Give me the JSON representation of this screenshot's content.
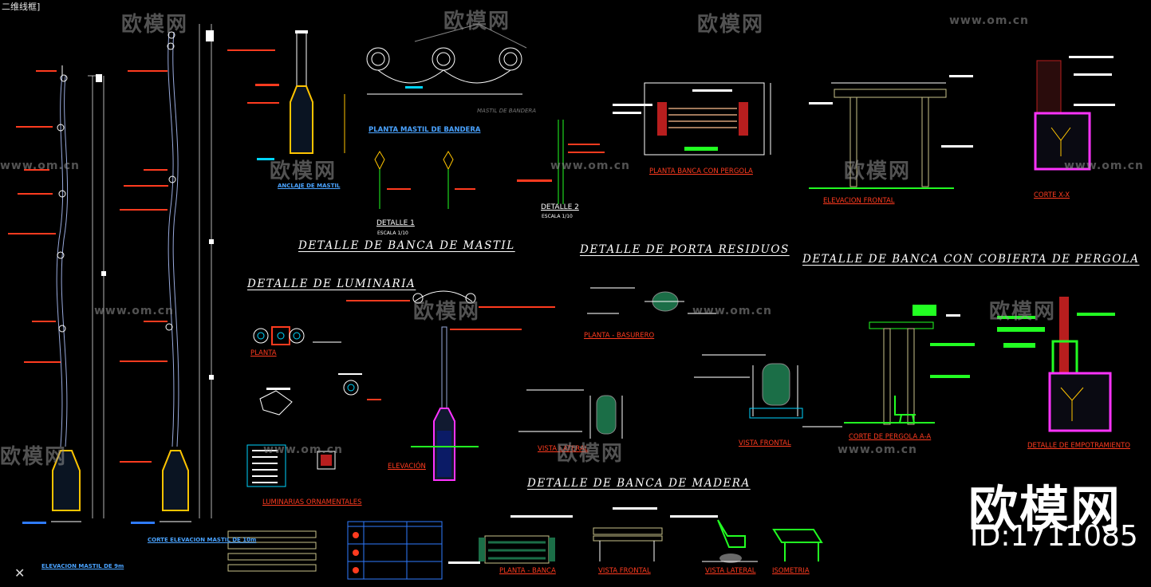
{
  "viewport": {
    "label": "二维线框]",
    "close_glyph": "✕"
  },
  "section_titles": {
    "mastil": "DETALLE  DE  BANCA  DE  MASTIL",
    "residuos": "DETALLE  DE  PORTA  RESIDUOS",
    "pergola": "DETALLE  DE  BANCA  CON  COBIERTA  DE  PERGOLA",
    "luminaria": "DETALLE  DE  LUMINARIA",
    "madera": "DETALLE  DE  BANCA  DE  MADERA"
  },
  "labels": {
    "planta_mastil": "PLANTA MASTIL DE BANDERA",
    "anclaje": "ANCLAJE DE MASTIL",
    "detalle1": "DETALLE 1",
    "detalle2": "DETALLE 2",
    "planta_banca_pergola": "PLANTA BANCA CON PERGOLA",
    "elevacion_frontal": "ELEVACION FRONTAL",
    "corte_xx": "CORTE X-X",
    "planta": "PLANTA",
    "planta_basurero": "PLANTA - BASURERO",
    "elevacion": "ELEVACIÓN",
    "vista_lateral_bas": "VISTA LATERAL",
    "vista_frontal_bas": "VISTA  FRONTAL",
    "corte_pergola": "CORTE DE PERGOLA A-A",
    "detalle_empotramiento": "DETALLE DE EMPOTRAMIENTO",
    "luminarias_ornamentales": "LUMINARIAS ORNAMENTALES",
    "corte_elevacion": "CORTE ELEVACION  MASTIL DE 10m",
    "elevacion_mastil": "ELEVACION MASTIL DE 9m",
    "planta_banca": "PLANTA - BANCA",
    "vista_frontal": "VISTA  FRONTAL",
    "vista_lateral": "VISTA LATERAL",
    "isometria": "ISOMETRIA",
    "mastil_bandera": "MASTIL DE BANDERA",
    "escala1": "ESCALA 1/10",
    "escala2": "ESCALA 1/10"
  },
  "watermark": {
    "brand": "欧模网",
    "url": "www.om.cn"
  },
  "stamp": {
    "brand": "欧模网",
    "id": "ID:1711085"
  },
  "colors": {
    "background": "#000000",
    "title_text": "#ffffff",
    "label_red": "#ff3b1f",
    "cad_yellow": "#ffc400",
    "cad_green": "#22ff22",
    "cad_magenta": "#ff33ff",
    "cad_cyan": "#00d5ff",
    "cad_blue": "#2f7bff"
  }
}
